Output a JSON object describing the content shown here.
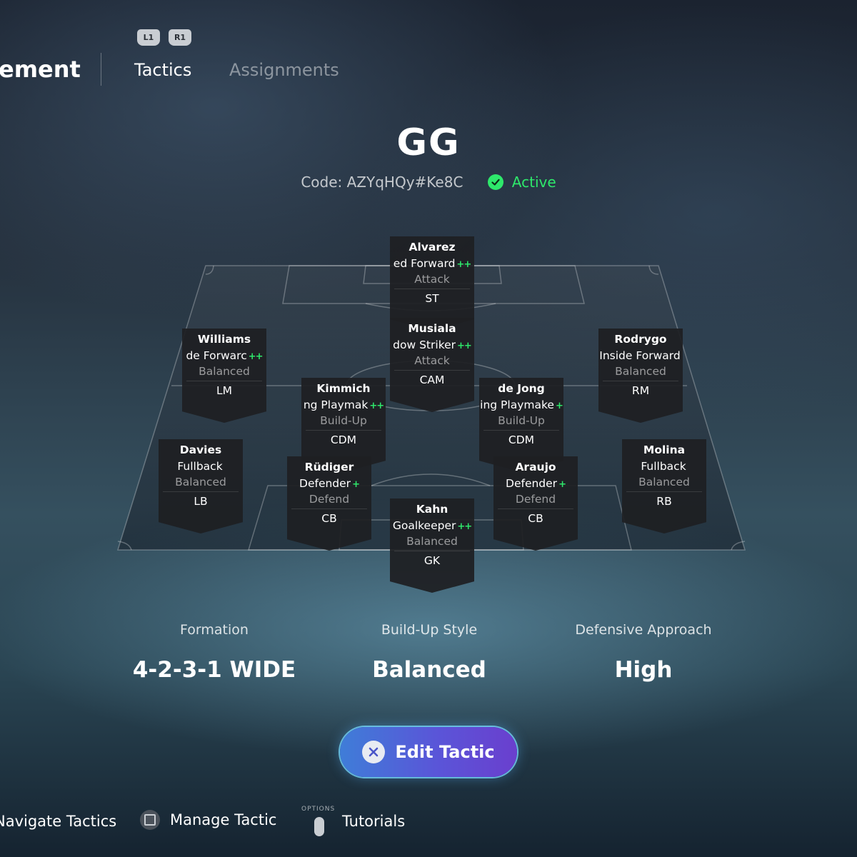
{
  "nav": {
    "prev_tab_label": "ement",
    "tabs": [
      {
        "label": "Tactics",
        "active": true
      },
      {
        "label": "Assignments",
        "active": false
      }
    ],
    "shoulder_left": "L1",
    "shoulder_right": "R1"
  },
  "tactic": {
    "name": "GG",
    "code_label": "Code: AZYqHQy#Ke8C",
    "status": "Active"
  },
  "players": [
    {
      "name": "Alvarez",
      "role": "ed Forward",
      "plus": "++",
      "focus": "Attack",
      "position": "ST"
    },
    {
      "name": "Musiala",
      "role": "dow Striker",
      "plus": "++",
      "focus": "Attack",
      "position": "CAM"
    },
    {
      "name": "Williams",
      "role": "de Forwarc",
      "plus": "++",
      "focus": "Balanced",
      "position": "LM"
    },
    {
      "name": "Rodrygo",
      "role": "Inside Forward",
      "plus": "",
      "focus": "Balanced",
      "position": "RM"
    },
    {
      "name": "Kimmich",
      "role": "ng Playmak",
      "plus": "++",
      "focus": "Build-Up",
      "position": "CDM"
    },
    {
      "name": "de Jong",
      "role": "ing Playmake",
      "plus": "+",
      "focus": "Build-Up",
      "position": "CDM"
    },
    {
      "name": "Davies",
      "role": "Fullback",
      "plus": "",
      "focus": "Balanced",
      "position": "LB"
    },
    {
      "name": "Rüdiger",
      "role": "Defender",
      "plus": "+",
      "focus": "Defend",
      "position": "CB"
    },
    {
      "name": "Araujo",
      "role": "Defender",
      "plus": "+",
      "focus": "Defend",
      "position": "CB"
    },
    {
      "name": "Molina",
      "role": "Fullback",
      "plus": "",
      "focus": "Balanced",
      "position": "RB"
    },
    {
      "name": "Kahn",
      "role": "Goalkeeper",
      "plus": "++",
      "focus": "Balanced",
      "position": "GK"
    }
  ],
  "summary": {
    "formation_label": "Formation",
    "formation_value": "4-2-3-1 WIDE",
    "buildup_label": "Build-Up Style",
    "buildup_value": "Balanced",
    "defense_label": "Defensive Approach",
    "defense_value": "High"
  },
  "edit_button": {
    "label": "Edit Tactic"
  },
  "footer": {
    "navigate": "Navigate Tactics",
    "manage": "Manage Tactic",
    "options_label": "OPTIONS",
    "tutorials": "Tutorials"
  },
  "colors": {
    "accent_green": "#2ee86b",
    "button_start": "#3f7dd8",
    "button_end": "#6a3fce"
  }
}
